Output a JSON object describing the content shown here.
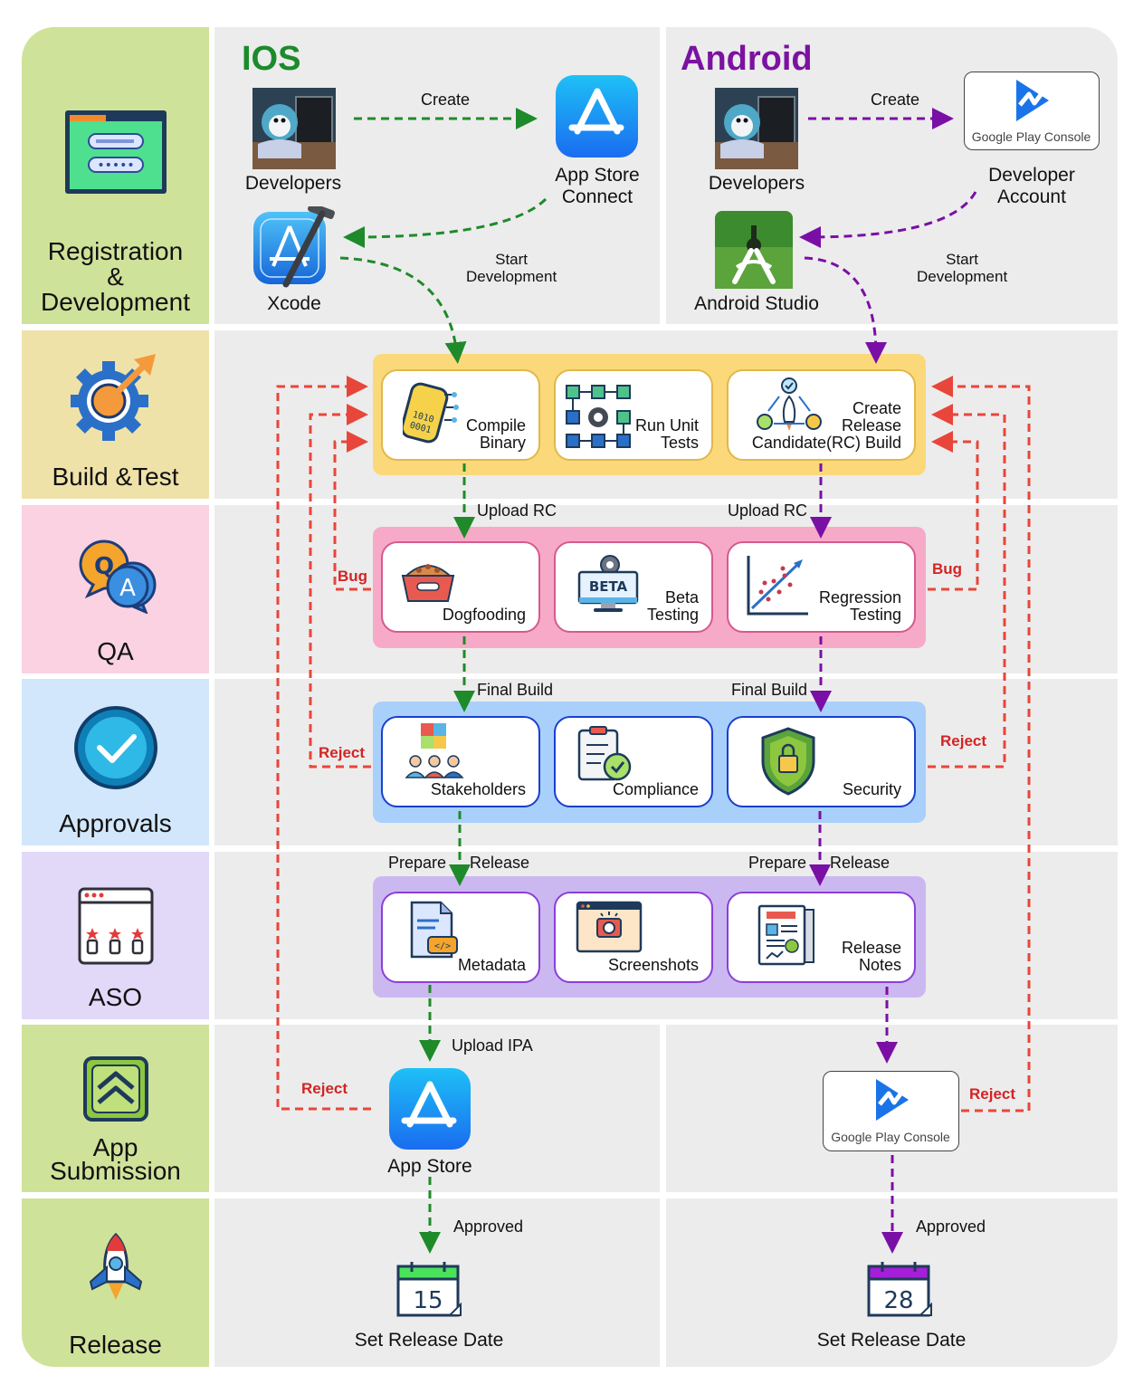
{
  "lanes": [
    {
      "title": "Registration\n&\nDevelopment",
      "icon": "browser-form-icon",
      "color": "#cfe29a"
    },
    {
      "title": "Build &Test",
      "icon": "gear-arrow-icon",
      "color": "#efe2a9"
    },
    {
      "title": "QA",
      "icon": "qa-chat-icon",
      "color": "#fbd2e1"
    },
    {
      "title": "Approvals",
      "icon": "checkmark-circle-icon",
      "color": "#d2e7fb"
    },
    {
      "title": "ASO",
      "icon": "rating-window-icon",
      "color": "#e2d8f7"
    },
    {
      "title": "App\nSubmission",
      "icon": "double-chevron-up-icon",
      "color": "#cfe29a"
    },
    {
      "title": "Release",
      "icon": "rocket-icon",
      "color": "#cfe29a"
    }
  ],
  "ios": {
    "title": "IOS",
    "developers": "Developers",
    "create": "Create",
    "app_store_connect": "App Store\nConnect",
    "xcode": "Xcode",
    "start_development": "Start\nDevelopment"
  },
  "android": {
    "title": "Android",
    "developers": "Developers",
    "create": "Create",
    "developer_account": "Developer\nAccount",
    "android_studio": "Android Studio",
    "start_development": "Start\nDevelopment",
    "play_console_logo": "Google Play Console"
  },
  "build": {
    "compile_binary": "Compile\nBinary",
    "run_unit_tests": "Run Unit\nTests",
    "create_rc": "Create\nRelease\nCandidate(RC) Build"
  },
  "qa": {
    "upload_rc_ios": "Upload RC",
    "upload_rc_android": "Upload RC",
    "dogfooding": "Dogfooding",
    "beta_testing": "Beta\nTesting",
    "regression_testing": "Regression\nTesting",
    "bug_left": "Bug",
    "bug_right": "Bug",
    "beta_badge": "BETA"
  },
  "approvals": {
    "final_build_ios": "Final Build",
    "final_build_android": "Final Build",
    "stakeholders": "Stakeholders",
    "compliance": "Compliance",
    "security": "Security",
    "reject_left": "Reject",
    "reject_right": "Reject"
  },
  "aso": {
    "prepare_ios": "Prepare",
    "release_ios": "Release",
    "prepare_android": "Prepare",
    "release_android": "Release",
    "metadata": "Metadata",
    "screenshots": "Screenshots",
    "release_notes": "Release\nNotes"
  },
  "submission": {
    "upload_ipa": "Upload IPA",
    "app_store": "App Store",
    "reject_ios": "Reject",
    "reject_android": "Reject"
  },
  "release": {
    "approved_ios": "Approved",
    "approved_android": "Approved",
    "ios_day": "15",
    "android_day": "28",
    "set_release_date_ios": "Set Release Date",
    "set_release_date_android": "Set Release Date"
  },
  "colors": {
    "ios": "#1f8a2a",
    "android": "#7a0fa5",
    "reject": "#e8463a",
    "ios_title": "#1b8b2b",
    "android_title": "#7b12a1"
  }
}
